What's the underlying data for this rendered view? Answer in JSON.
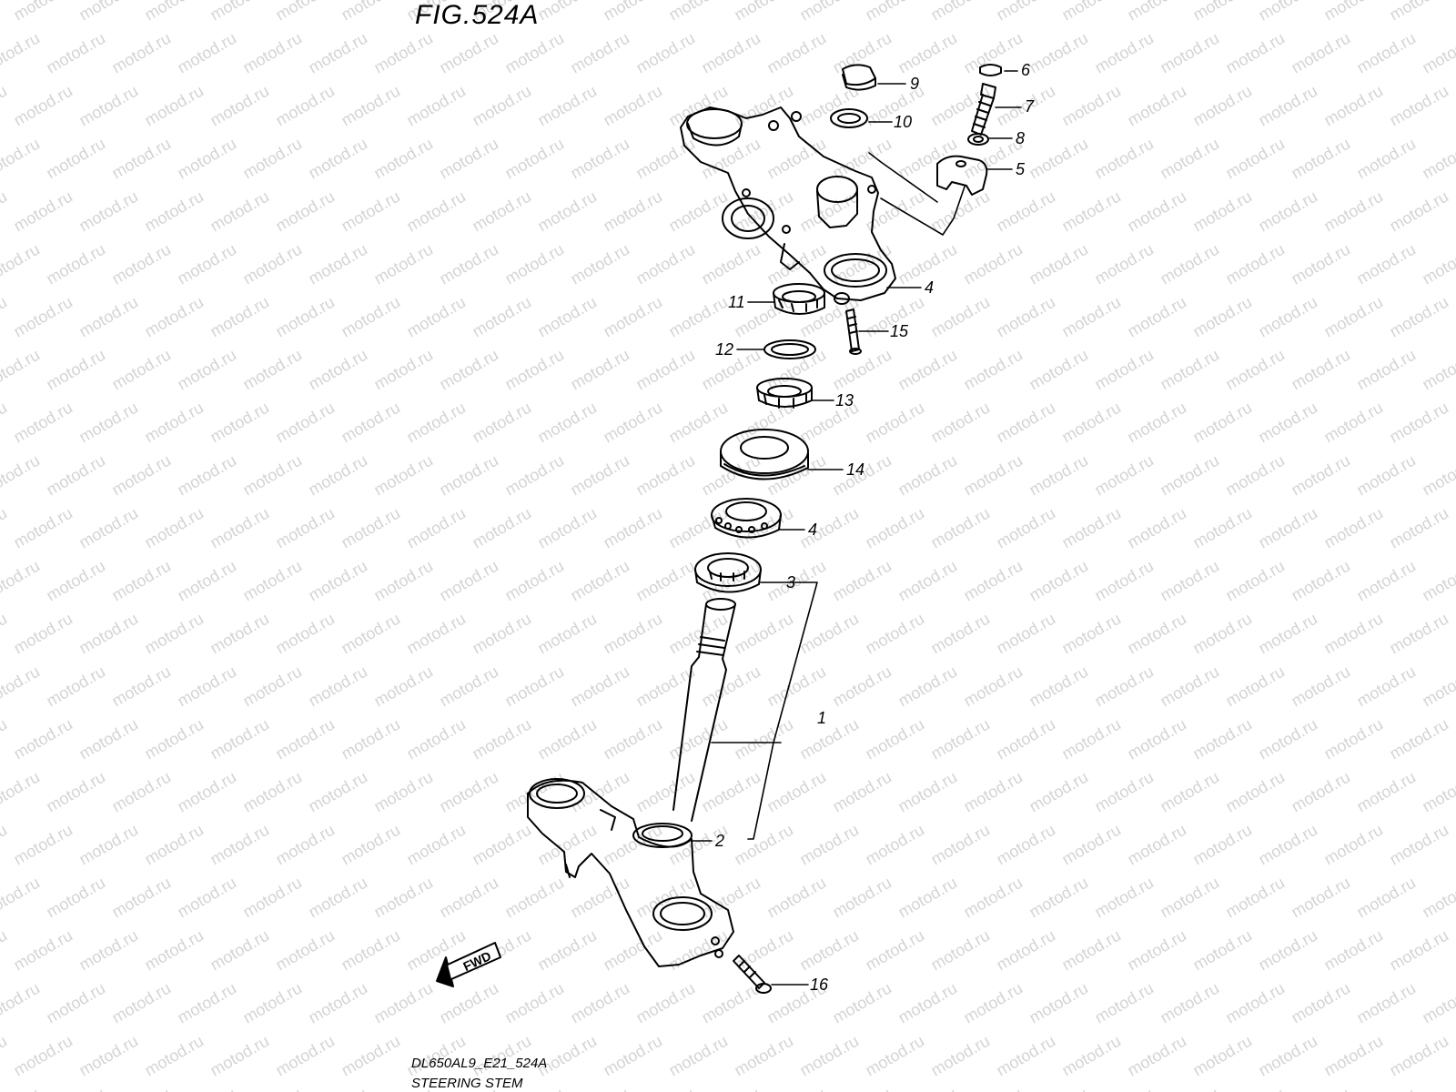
{
  "header": {
    "figure_title": "FIG.524A"
  },
  "footer": {
    "model_code": "DL650AL9_E21_524A",
    "diagram_name": "STEERING STEM"
  },
  "watermark": {
    "text": "motod.ru"
  },
  "direction_badge": {
    "label": "FWD"
  },
  "callouts": [
    "6",
    "9",
    "7",
    "10",
    "8",
    "5",
    "4",
    "11",
    "15",
    "12",
    "13",
    "14",
    "4",
    "3",
    "1",
    "2",
    "16"
  ],
  "colors": {
    "line": "#000000",
    "watermark": "#d4d4d4",
    "background": "#ffffff"
  }
}
